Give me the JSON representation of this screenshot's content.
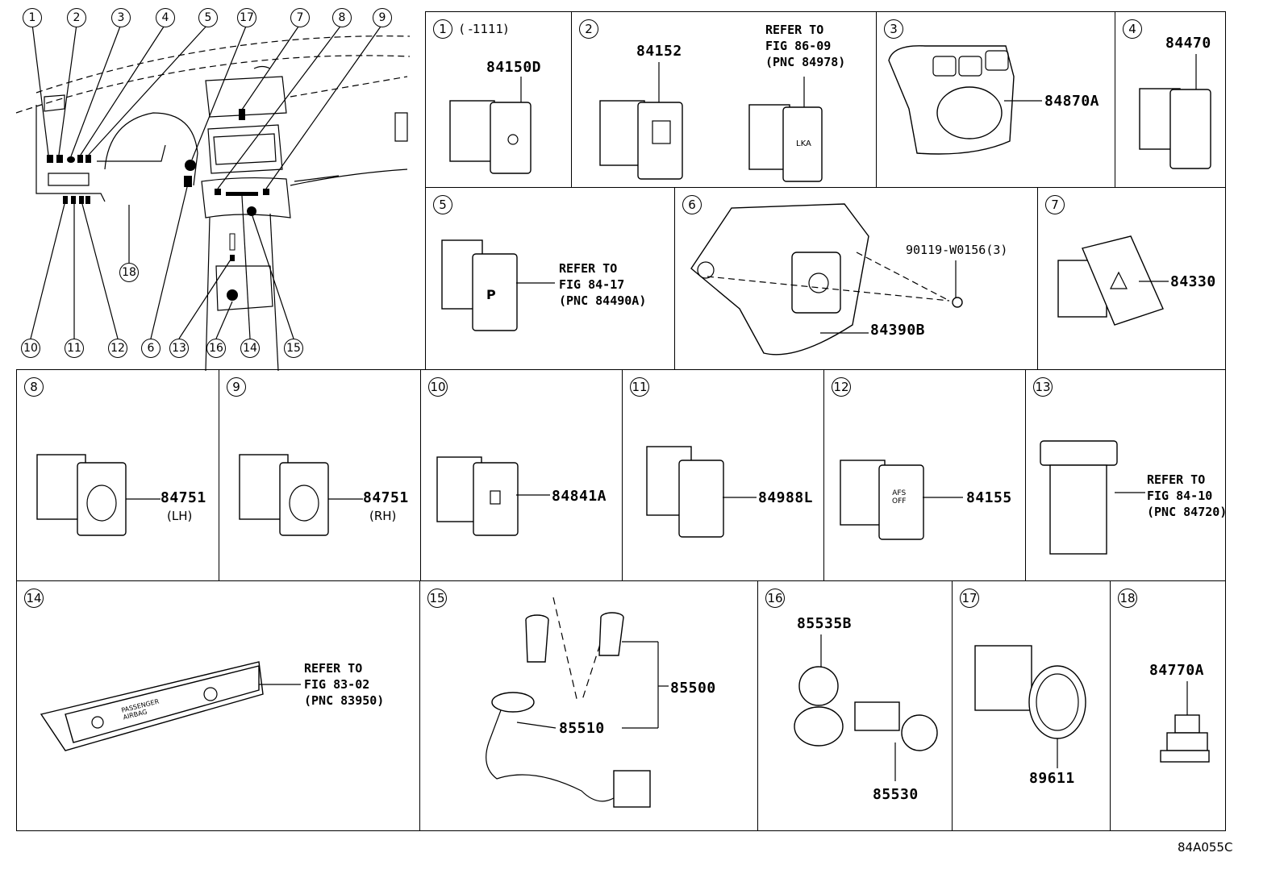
{
  "figure_code": "84A055C",
  "overview": {
    "callouts": [
      "1",
      "2",
      "3",
      "4",
      "5",
      "17",
      "7",
      "8",
      "9",
      "10",
      "11",
      "12",
      "6",
      "13",
      "16",
      "14",
      "15",
      "18"
    ]
  },
  "panels": {
    "p1": {
      "num": "1",
      "range": "(      -1111)",
      "part": "84150D"
    },
    "p2": {
      "num": "2",
      "part": "84152",
      "note": "REFER TO\nFIG 86-09\n(PNC 84978)",
      "label": "LKA"
    },
    "p3": {
      "num": "3",
      "part": "84870A"
    },
    "p4": {
      "num": "4",
      "part": "84470"
    },
    "p5": {
      "num": "5",
      "note": "REFER TO\nFIG 84-17\n(PNC 84490A)"
    },
    "p6": {
      "num": "6",
      "part": "84390B",
      "bolt": "90119-W0156(3)"
    },
    "p7": {
      "num": "7",
      "part": "84330"
    },
    "p8": {
      "num": "8",
      "part": "84751",
      "side": "(LH)"
    },
    "p9": {
      "num": "9",
      "part": "84751",
      "side": "(RH)"
    },
    "p10": {
      "num": "10",
      "part": "84841A"
    },
    "p11": {
      "num": "11",
      "part": "84988L"
    },
    "p12": {
      "num": "12",
      "part": "84155",
      "label": "AFS\nOFF"
    },
    "p13": {
      "num": "13",
      "note": "REFER TO\nFIG 84-10\n(PNC 84720)"
    },
    "p14": {
      "num": "14",
      "note": "REFER TO\nFIG 83-02\n(PNC 83950)",
      "label": "PASSENGER\nAIRBAG"
    },
    "p15": {
      "num": "15",
      "part_a": "85500",
      "part_b": "85510"
    },
    "p16": {
      "num": "16",
      "part_a": "85535B",
      "part_b": "85530"
    },
    "p17": {
      "num": "17",
      "part": "89611"
    },
    "p18": {
      "num": "18",
      "part": "84770A"
    }
  }
}
